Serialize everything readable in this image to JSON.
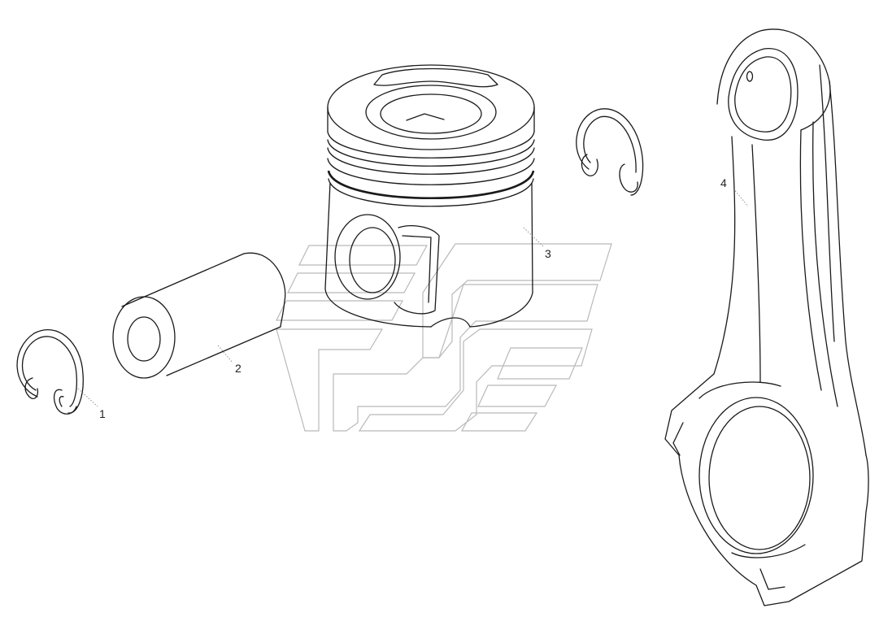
{
  "parts": [
    {
      "id": "snap-ring-left",
      "label": "1"
    },
    {
      "id": "piston-pin",
      "label": "2"
    },
    {
      "id": "piston",
      "label": "3"
    },
    {
      "id": "connecting-rod",
      "label": "4"
    }
  ],
  "colors": {
    "line": "#1a1a1a",
    "watermark": "#b9b9b9",
    "background": "#ffffff"
  }
}
